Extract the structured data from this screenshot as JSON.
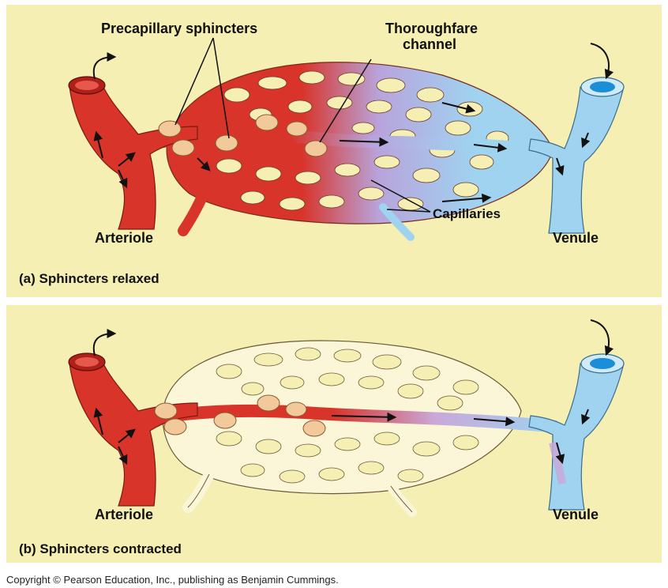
{
  "panels": [
    {
      "id": "a",
      "caption": "(a) Sphincters relaxed",
      "labels": {
        "precapillary": "Precapillary sphincters",
        "thoroughfare_line1": "Thoroughfare",
        "thoroughfare_line2": "channel",
        "capillaries": "Capillaries",
        "arteriole": "Arteriole",
        "venule": "Venule"
      }
    },
    {
      "id": "b",
      "caption": "(b) Sphincters contracted",
      "labels": {
        "arteriole": "Arteriole",
        "venule": "Venule"
      }
    }
  ],
  "copyright": "Copyright © Pearson Education, Inc., publishing as Benjamin Cummings.",
  "colors": {
    "panel_bg": "#f5efb4",
    "arteriole_red": "#d8342a",
    "venule_blue": "#9fd3f0",
    "venule_lumen": "#1a8fd8",
    "sphincter": "#f2c99a",
    "capillary_empty": "#fbf6d7"
  }
}
